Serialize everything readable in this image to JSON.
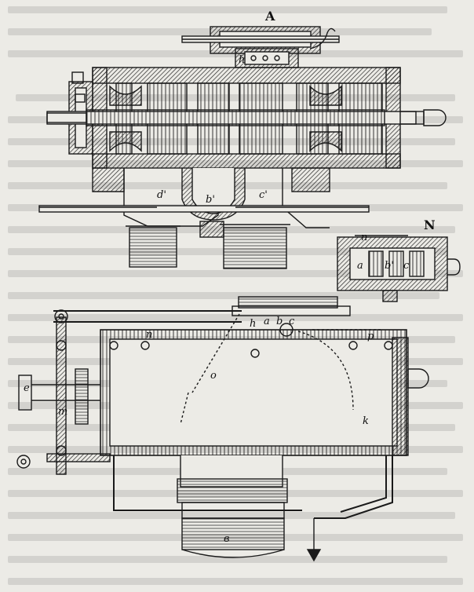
{
  "figure": {
    "labels": {
      "A": "A",
      "N": "N",
      "d1": "d'",
      "b1": "b'",
      "c1": "c'",
      "h": "h",
      "a": "a",
      "b": "b",
      "c": "c",
      "n": "n",
      "o": "o",
      "p": "p",
      "m": "m",
      "k": "k",
      "e": "e",
      "n2": "n",
      "a2": "a",
      "b2": "b'",
      "c2": "c",
      "h2": "h",
      "v": "в"
    }
  },
  "colors": {
    "ink": "#1a1a1a",
    "paper": "#ecebe6",
    "hatch": "#555555"
  }
}
